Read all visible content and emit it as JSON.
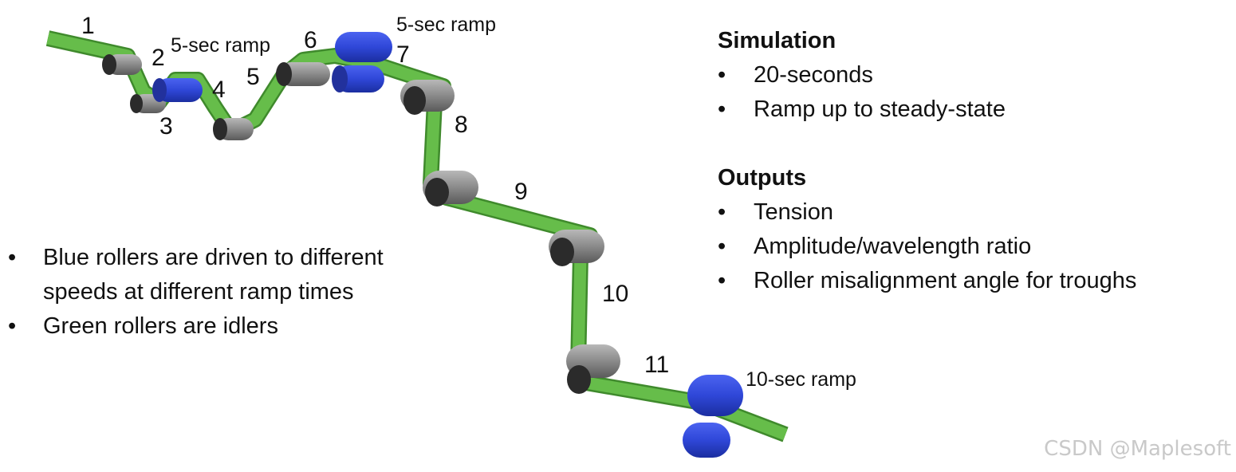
{
  "rollers": [
    {
      "label": "1",
      "kind": "web-entry",
      "color": "green"
    },
    {
      "label": "2",
      "kind": "idler",
      "color": "#8c8c8c"
    },
    {
      "label": "3",
      "kind": "idler",
      "color": "#8c8c8c"
    },
    {
      "label": "4",
      "kind": "driven",
      "color": "#2f47d8"
    },
    {
      "label": "5",
      "kind": "idler",
      "color": "#8c8c8c"
    },
    {
      "label": "6",
      "kind": "idler",
      "color": "#8c8c8c"
    },
    {
      "label": "7",
      "kind": "driven",
      "color": "#2f47d8"
    },
    {
      "label": "8",
      "kind": "idler",
      "color": "#8c8c8c"
    },
    {
      "label": "9",
      "kind": "idler",
      "color": "#8c8c8c"
    },
    {
      "label": "10",
      "kind": "idler",
      "color": "#8c8c8c"
    },
    {
      "label": "11",
      "kind": "driven",
      "color": "#2f47d8"
    }
  ],
  "ramps": [
    "5-sec ramp",
    "5-sec ramp",
    "10-sec ramp"
  ],
  "colors": {
    "web": "#5fb446",
    "web_edge": "#3f8a2c",
    "driven_roller": "#2f47d8",
    "idler_roller": "#8c8c8c"
  },
  "simulation": {
    "heading": "Simulation",
    "items": [
      "20-seconds",
      "Ramp up to steady-state"
    ]
  },
  "outputs": {
    "heading": "Outputs",
    "items": [
      "Tension",
      "Amplitude/wavelength ratio",
      "Roller misalignment angle for troughs"
    ]
  },
  "notes": {
    "items": [
      "Blue rollers are driven to different speeds at different ramp times",
      "Green rollers are idlers"
    ]
  },
  "watermark": "CSDN @Maplesoft"
}
